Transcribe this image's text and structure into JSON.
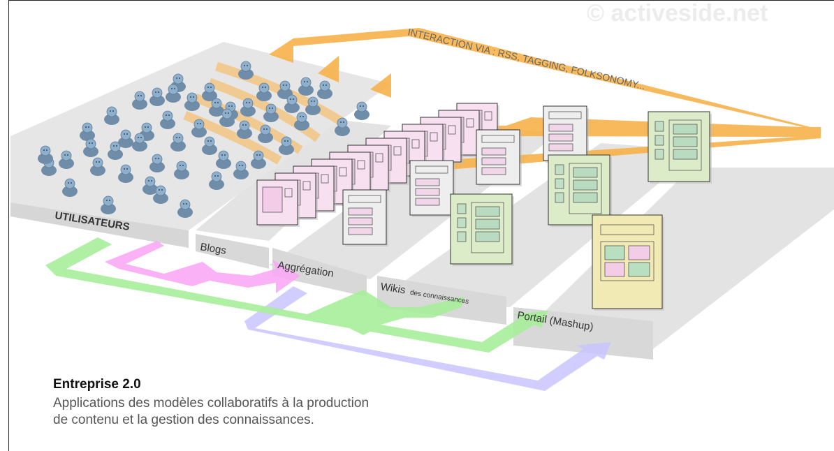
{
  "watermark": "© activeside.net",
  "interaction_label": "INTERACTION VIA : RSS, TAGGING, FOLKSONOMY...",
  "platforms": {
    "users": "UTILISATEURS",
    "blogs": "Blogs",
    "aggregation": "Aggrégation",
    "wikis_main": "Wikis",
    "wikis_sub": "des connaissances",
    "portal": "Portail (Mashup)"
  },
  "caption": {
    "title": "Entreprise 2.0",
    "subtitle_line1": "Applications des modèles collaboratifs à la production",
    "subtitle_line2": "de contenu et la gestion des connaissances."
  },
  "colors": {
    "orange": "#f7b24a",
    "green_arrow": "#a6ee9a",
    "pink_arrow": "#f9a8f4",
    "lilac_arrow": "#c9c4ff",
    "blog_page": "#f7e1f1",
    "agg_page": "#eeeeee",
    "wiki_page": "#dcecc8",
    "portal_page": "#f2eab5",
    "user_icon": "#7f9cb8",
    "platform": "#e2e2e2"
  }
}
